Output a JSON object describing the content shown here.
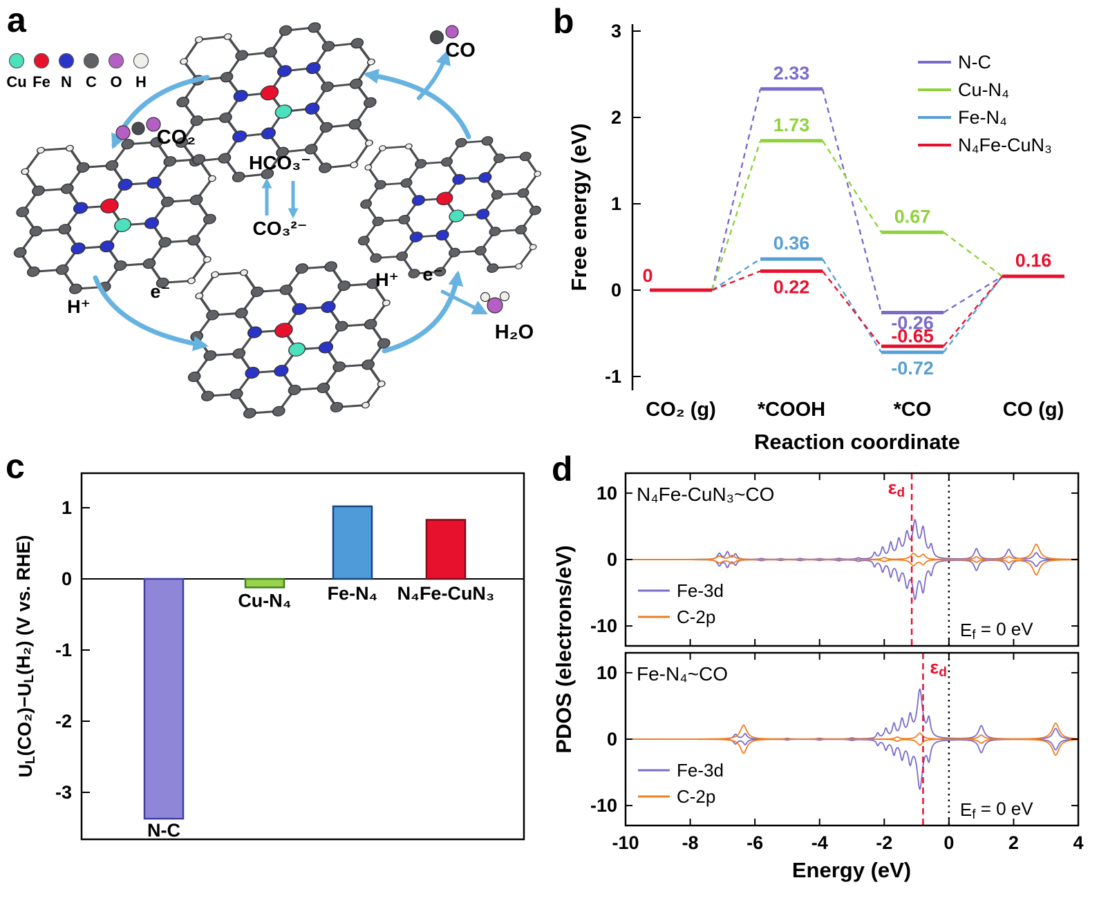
{
  "panels": {
    "a": "a",
    "b": "b",
    "c": "c",
    "d": "d"
  },
  "panel_a": {
    "atom_legend": [
      {
        "label": "Cu",
        "color": "#4ce0bd"
      },
      {
        "label": "Fe",
        "color": "#e8112d"
      },
      {
        "label": "N",
        "color": "#2a35c8"
      },
      {
        "label": "C",
        "color": "#5f6164"
      },
      {
        "label": "O",
        "color": "#b55fc4"
      },
      {
        "label": "H",
        "color": "#f0efec"
      }
    ],
    "labels": {
      "co2": "CO₂",
      "co": "CO",
      "hco3": "HCO₃⁻",
      "co3": "CO₃²⁻",
      "h2o": "H₂O",
      "h_plus_left": "H⁺",
      "e_minus_left": "e⁻",
      "h_plus_right": "H⁺",
      "e_minus_right": "e⁻"
    },
    "arrow_color": "#66b2e0"
  },
  "chart_data": {
    "panel_b": {
      "type": "line",
      "xlabel": "Reaction coordinate",
      "ylabel": "Free energy (eV)",
      "stages": [
        "CO₂ (g)",
        "*COOH",
        "*CO",
        "CO (g)"
      ],
      "yticks": [
        3,
        2,
        1,
        0,
        -1
      ],
      "ylim": [
        -1.3,
        3.1
      ],
      "legend_position": "top-right",
      "series": [
        {
          "name": "N-C",
          "color": "#7a6bcb",
          "values": [
            0,
            2.33,
            -0.26,
            0.16
          ]
        },
        {
          "name": "Cu-N₄",
          "color": "#8fd23c",
          "values": [
            0,
            1.73,
            0.67,
            0.16
          ]
        },
        {
          "name": "Fe-N₄",
          "color": "#569fd4",
          "values": [
            0,
            0.36,
            -0.72,
            0.16
          ]
        },
        {
          "name": "N₄Fe-CuN₃",
          "color": "#e8112d",
          "values": [
            0,
            0.22,
            -0.65,
            0.16
          ]
        }
      ],
      "point_labels": [
        {
          "text": "0",
          "series": 3,
          "stage": 0,
          "dx": -48,
          "dy": -12
        },
        {
          "text": "2.33",
          "series": 0,
          "stage": 1,
          "dx": 0,
          "dy": -14
        },
        {
          "text": "1.73",
          "series": 1,
          "stage": 1,
          "dx": 0,
          "dy": -14
        },
        {
          "text": "0.36",
          "series": 2,
          "stage": 1,
          "dx": 0,
          "dy": -14
        },
        {
          "text": "0.22",
          "series": 3,
          "stage": 1,
          "dx": 0,
          "dy": 32
        },
        {
          "text": "0.67",
          "series": 1,
          "stage": 2,
          "dx": 0,
          "dy": -14
        },
        {
          "text": "-0.26",
          "series": 0,
          "stage": 2,
          "dx": 0,
          "dy": 24
        },
        {
          "text": "-0.65",
          "series": 3,
          "stage": 2,
          "dx": 0,
          "dy": -6
        },
        {
          "text": "-0.72",
          "series": 2,
          "stage": 2,
          "dx": 0,
          "dy": 32
        },
        {
          "text": "0.16",
          "series": 3,
          "stage": 3,
          "dx": 0,
          "dy": -14
        }
      ]
    },
    "panel_c": {
      "type": "bar",
      "ylabel": "U_[L](CO₂)−U_[L](H₂) (V vs. RHE)",
      "yticks": [
        1,
        0,
        -1,
        -2,
        -3
      ],
      "ylim": [
        -3.66,
        1.49
      ],
      "categories": [
        "N-C",
        "Cu-N₄",
        "Fe-N₄",
        "N₄Fe-CuN₃"
      ],
      "values": [
        -3.37,
        -0.12,
        1.02,
        0.83
      ],
      "bar_colors": [
        "#8f86d8",
        "#9ad24b",
        "#4f9ad8",
        "#e8112d"
      ],
      "bar_borders": [
        "#3f3f9f",
        "#3f7f1f",
        "#17467f",
        "#7f0a16"
      ]
    },
    "panel_d": {
      "type": "line",
      "xlabel": "Energy (eV)",
      "ylabel": "PDOS (electrons/eV)",
      "xticks": [
        -10,
        -8,
        -6,
        -4,
        -2,
        0,
        2,
        4
      ],
      "xlim": [
        -10,
        4
      ],
      "yticks": [
        10,
        0,
        -10
      ],
      "ylim": [
        -13,
        13
      ],
      "fermi_label": "E_[f] = 0 eV",
      "epsilon_label": "ε_[d]",
      "subplots": [
        {
          "title": "N₄Fe-CuN₃~CO",
          "epsilon_d": -1.15,
          "fermi": 0,
          "legend": [
            {
              "name": "Fe-3d",
              "color": "#7a6bcb"
            },
            {
              "name": "C-2p",
              "color": "#f07d1e"
            }
          ],
          "series": [
            {
              "name": "Fe-3d",
              "color": "#7a6bcb",
              "peaks": [
                [
                  -7.1,
                  0.9,
                  0.07
                ],
                [
                  -6.85,
                  1.1,
                  0.06
                ],
                [
                  -6.6,
                  0.8,
                  0.06
                ],
                [
                  -5.8,
                  0.15,
                  0.08
                ],
                [
                  -5.2,
                  0.12,
                  0.08
                ],
                [
                  -4.6,
                  0.15,
                  0.08
                ],
                [
                  -4.0,
                  0.12,
                  0.08
                ],
                [
                  -3.4,
                  0.15,
                  0.08
                ],
                [
                  -2.8,
                  0.2,
                  0.07
                ],
                [
                  -2.3,
                  0.9,
                  0.05
                ],
                [
                  -2.05,
                  1.6,
                  0.06
                ],
                [
                  -1.8,
                  2.2,
                  0.06
                ],
                [
                  -1.55,
                  2.6,
                  0.07
                ],
                [
                  -1.3,
                  3.4,
                  0.08
                ],
                [
                  -1.05,
                  5.2,
                  0.09
                ],
                [
                  -0.8,
                  4.2,
                  0.08
                ],
                [
                  -0.55,
                  1.8,
                  0.06
                ],
                [
                  0.85,
                  1.6,
                  0.08
                ],
                [
                  1.85,
                  1.5,
                  0.09
                ],
                [
                  2.7,
                  1.0,
                  0.09
                ]
              ]
            },
            {
              "name": "C-2p",
              "color": "#f07d1e",
              "peaks": [
                [
                  -7.1,
                  0.5,
                  0.1
                ],
                [
                  -6.7,
                  0.6,
                  0.1
                ],
                [
                  -2.0,
                  0.3,
                  0.08
                ],
                [
                  -1.1,
                  0.9,
                  0.1
                ],
                [
                  -0.8,
                  0.7,
                  0.08
                ],
                [
                  0.85,
                  0.4,
                  0.08
                ],
                [
                  1.85,
                  0.4,
                  0.08
                ],
                [
                  2.7,
                  2.3,
                  0.13
                ]
              ]
            }
          ]
        },
        {
          "title": "Fe-N₄~CO",
          "epsilon_d": -0.8,
          "fermi": 0,
          "legend": [
            {
              "name": "Fe-3d",
              "color": "#7a6bcb"
            },
            {
              "name": "C-2p",
              "color": "#f07d1e"
            }
          ],
          "series": [
            {
              "name": "Fe-3d",
              "color": "#7a6bcb",
              "peaks": [
                [
                  -6.6,
                  0.7,
                  0.07
                ],
                [
                  -6.3,
                  0.8,
                  0.07
                ],
                [
                  -5.0,
                  0.12,
                  0.08
                ],
                [
                  -4.0,
                  0.12,
                  0.08
                ],
                [
                  -3.0,
                  0.15,
                  0.08
                ],
                [
                  -2.2,
                  0.8,
                  0.05
                ],
                [
                  -1.95,
                  1.4,
                  0.06
                ],
                [
                  -1.7,
                  2.0,
                  0.06
                ],
                [
                  -1.45,
                  2.6,
                  0.07
                ],
                [
                  -1.2,
                  3.0,
                  0.07
                ],
                [
                  -0.9,
                  7.2,
                  0.1
                ],
                [
                  -0.62,
                  2.6,
                  0.06
                ],
                [
                  1.0,
                  2.0,
                  0.1
                ],
                [
                  3.3,
                  1.6,
                  0.1
                ]
              ]
            },
            {
              "name": "C-2p",
              "color": "#f07d1e",
              "peaks": [
                [
                  -6.35,
                  2.1,
                  0.12
                ],
                [
                  -1.6,
                  0.3,
                  0.08
                ],
                [
                  -0.9,
                  0.9,
                  0.1
                ],
                [
                  1.0,
                  0.6,
                  0.1
                ],
                [
                  3.3,
                  2.4,
                  0.13
                ]
              ]
            }
          ]
        }
      ]
    }
  }
}
